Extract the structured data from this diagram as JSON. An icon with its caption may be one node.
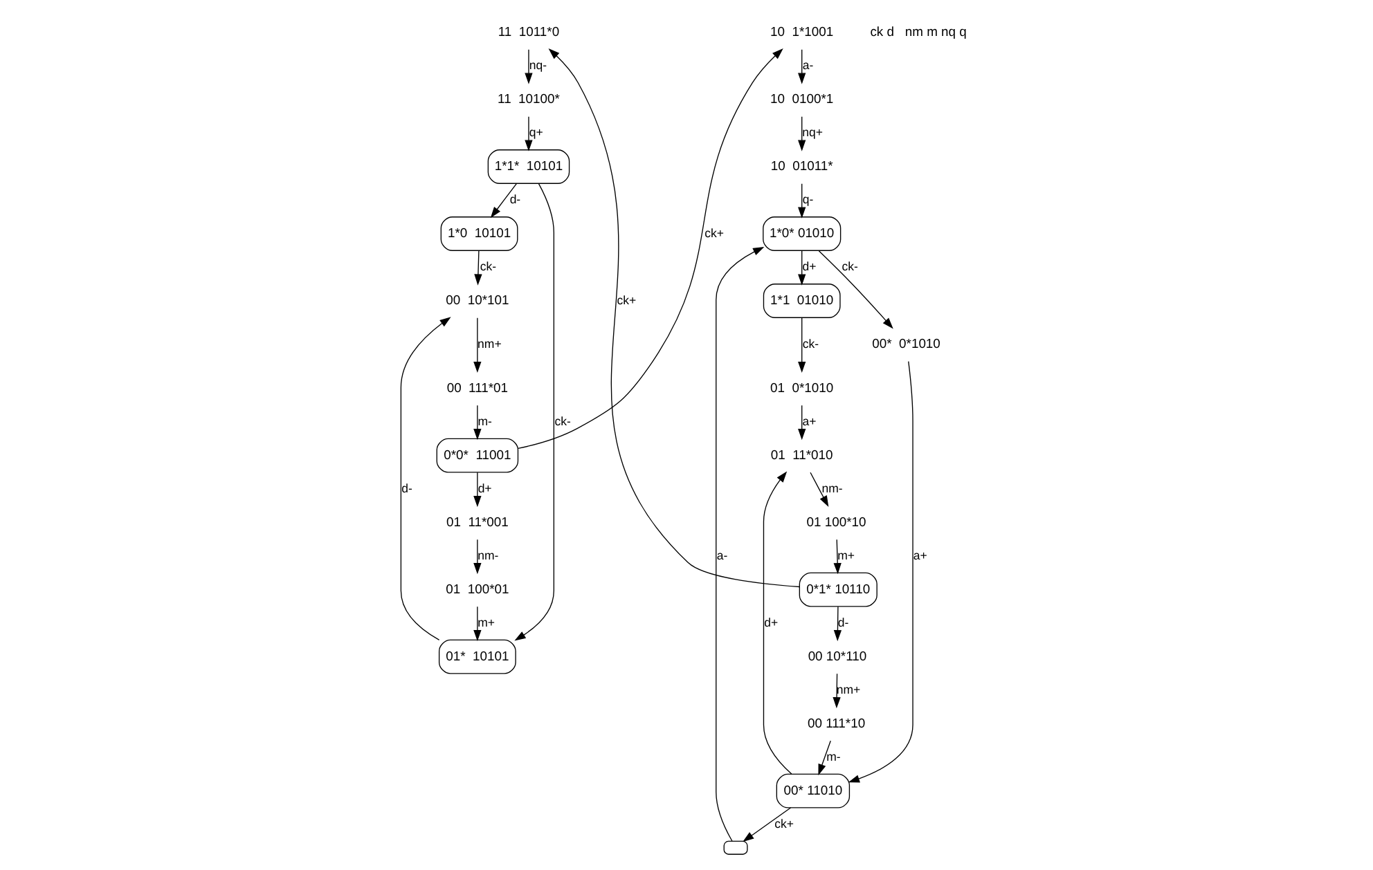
{
  "diagram": {
    "nodes": [
      {
        "text": [
          "11  1011*0"
        ]
      },
      {
        "text": [
          "11  10100*"
        ]
      },
      {
        "text": [
          "1*1*  10101"
        ]
      },
      {
        "text": [
          "1*0  10101"
        ]
      },
      {
        "text": [
          "01*  10101"
        ]
      },
      {
        "text": [
          "00  10*101"
        ]
      },
      {
        "text": [
          "01  100*01"
        ]
      },
      {
        "text": [
          "00  111*01"
        ]
      },
      {
        "text": [
          "01  11*001"
        ]
      },
      {
        "text": [
          "0*0*  11001"
        ]
      },
      {
        "text": [
          "10  1*1001"
        ]
      },
      {
        "text": [
          "10  0100*1"
        ]
      },
      {
        "text": [
          "10  01011*"
        ]
      },
      {
        "text": [
          "1*0* 01010"
        ]
      },
      {
        "text": [
          "1*1  01010"
        ]
      },
      {
        "text": [],
        "shape": "box"
      },
      {
        "text": [
          "00*  0*1010"
        ]
      },
      {
        "text": [
          "01  0*1010"
        ]
      },
      {
        "text": [
          "00* 11010"
        ]
      },
      {
        "text": [
          "01  11*010"
        ]
      },
      {
        "text": [
          "00 111*10"
        ]
      },
      {
        "text": [
          "01 100*10"
        ]
      },
      {
        "text": [
          "00 10*110"
        ]
      },
      {
        "text": [
          "0*1* 10110"
        ]
      }
    ],
    "edges": [
      {
        "from": 0,
        "to": 1,
        "label": "nq-",
        "arrow": "to"
      },
      {
        "from": 1,
        "to": 2,
        "label": "q+",
        "arrow": "to"
      },
      {
        "from": 2,
        "to": 3,
        "label": "d-",
        "arrow": "to"
      },
      {
        "from": 2,
        "to": 4,
        "label": "ck-",
        "arrow": "to"
      },
      {
        "from": 3,
        "to": 5,
        "label": "ck-",
        "arrow": "to"
      },
      {
        "from": 4,
        "to": 5,
        "label": "d-",
        "arrow": "to"
      },
      {
        "from": 6,
        "to": 4,
        "label": "m+",
        "arrow": "to"
      },
      {
        "from": 5,
        "to": 7,
        "label": "nm+",
        "arrow": "to"
      },
      {
        "from": 8,
        "to": 6,
        "label": "nm-",
        "arrow": "to"
      },
      {
        "from": 7,
        "to": 9,
        "label": "m-",
        "arrow": "to"
      },
      {
        "from": 9,
        "to": 8,
        "label": "d+",
        "arrow": "to"
      },
      {
        "from": 9,
        "to": 10,
        "label": "ck+",
        "arrow": "to"
      },
      {
        "from": 23,
        "to": 0,
        "label": "ck+",
        "arrow": "to"
      },
      {
        "from": 10,
        "to": 11,
        "label": "a-",
        "arrow": "to"
      },
      {
        "from": 11,
        "to": 12,
        "label": "nq+",
        "arrow": "to"
      },
      {
        "from": 12,
        "to": 13,
        "label": "q-",
        "arrow": "to"
      },
      {
        "from": 13,
        "to": 14,
        "label": "d+",
        "arrow": "to"
      },
      {
        "from": 13,
        "to": 16,
        "label": "ck-",
        "arrow": "to"
      },
      {
        "from": 15,
        "to": 13,
        "label": "a-",
        "arrow": "to"
      },
      {
        "from": 18,
        "to": 15,
        "label": "ck+",
        "arrow": "to"
      },
      {
        "from": 16,
        "to": 18,
        "label": "a+",
        "arrow": "to"
      },
      {
        "from": 14,
        "to": 17,
        "label": "ck-",
        "arrow": "to"
      },
      {
        "from": 17,
        "to": 19,
        "label": "a+",
        "arrow": "to"
      },
      {
        "from": 18,
        "to": 19,
        "label": "d+",
        "arrow": "to"
      },
      {
        "from": 19,
        "to": 21,
        "label": "nm-",
        "arrow": "to"
      },
      {
        "from": 21,
        "to": 23,
        "label": "m+",
        "arrow": "to"
      },
      {
        "from": 23,
        "to": 22,
        "label": "d-",
        "arrow": "to"
      },
      {
        "from": 22,
        "to": 20,
        "label": "nm+",
        "arrow": "to"
      },
      {
        "from": 20,
        "to": 18,
        "label": "m-",
        "arrow": "to"
      }
    ],
    "labels": [
      "ck d   nm m nq q"
    ]
  }
}
